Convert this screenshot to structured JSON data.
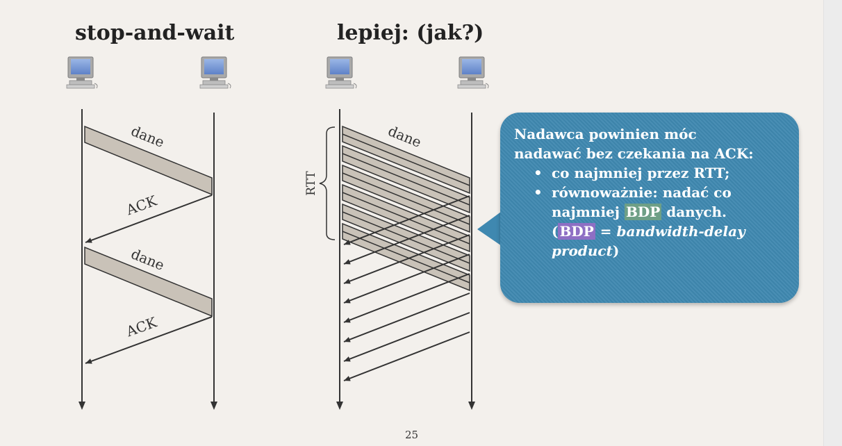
{
  "left_title": "stop-and-wait",
  "right_title": "lepiej: (jak?)",
  "left_diagram": {
    "labels": [
      "dane",
      "ACK",
      "dane",
      "ACK"
    ]
  },
  "right_diagram": {
    "data_label": "dane",
    "brace_label": "RTT"
  },
  "icons": [
    "computer-icon"
  ],
  "callout": {
    "line1": "Nadawca powinien móc",
    "line2": "nadawać bez czekania na ACK:",
    "bullet_char": "•",
    "bullet1": "co najmniej przez RTT;",
    "bullet2_line1": "równoważnie: nadać co",
    "bullet2_pre": "najmniej ",
    "bdp": "BDP",
    "bullet2_post": " danych.",
    "paren_open": "(",
    "eq": " = ",
    "def1": "bandwidth-delay",
    "def2": "product",
    "paren_close": ")"
  },
  "page_number": "25",
  "colors": {
    "callout": "#3f88b0",
    "packet": "#c9c2b8",
    "highlight_green": "#6e9f86",
    "highlight_purple": "#8e6fc4"
  }
}
